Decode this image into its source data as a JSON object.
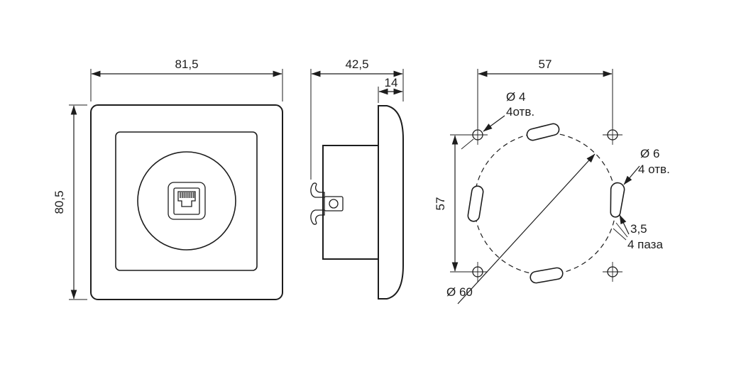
{
  "front_view": {
    "width": "81,5",
    "height": "80,5"
  },
  "side_view": {
    "depth": "42,5",
    "plate_depth": "14"
  },
  "mounting_view": {
    "hole_spacing_h": "57",
    "hole_spacing_v": "57",
    "small_hole_dia": "Ø 4",
    "small_hole_count": "4отв.",
    "big_hole_dia": "Ø 6",
    "big_hole_count": "4 отв.",
    "slot_width": "3,5",
    "slot_count": "4 паза",
    "circle_dia": "Ø 60"
  }
}
